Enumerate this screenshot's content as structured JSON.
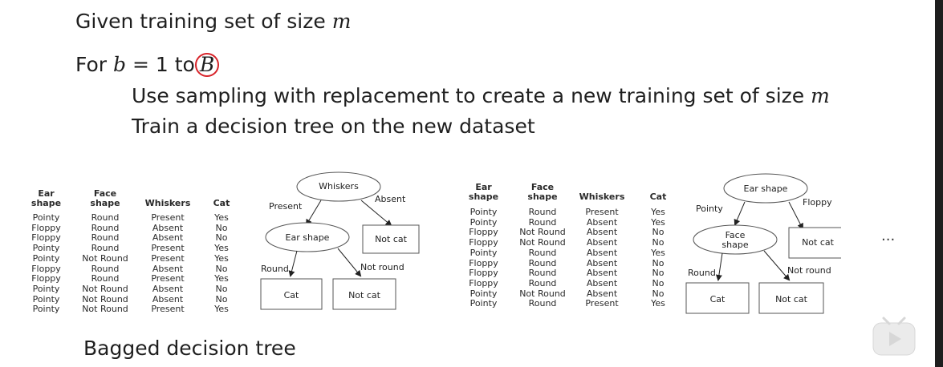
{
  "algorithm": {
    "line1_text": "Given training set of size",
    "m": "m",
    "for_text": "For",
    "b": "b",
    "eq_range": " = 1 to",
    "B": "B",
    "step1": "Use sampling with replacement to create a new training set of size",
    "step2": "Train a decision tree on the new dataset"
  },
  "table1": {
    "headers": [
      "Ear shape",
      "Face shape",
      "Whiskers",
      "Cat"
    ],
    "ear": [
      "Pointy",
      "Floppy",
      "Floppy",
      "Pointy",
      "Pointy",
      "Floppy",
      "Floppy",
      "Pointy",
      "Pointy",
      "Pointy"
    ],
    "face": [
      "Round",
      "Round",
      "Round",
      "Round",
      "Not Round",
      "Round",
      "Round",
      "Not Round",
      "Not Round",
      "Not Round"
    ],
    "whiskers": [
      "Present",
      "Absent",
      "Absent",
      "Present",
      "Present",
      "Absent",
      "Present",
      "Absent",
      "Absent",
      "Present"
    ],
    "cat": [
      "Yes",
      "No",
      "No",
      "Yes",
      "Yes",
      "No",
      "Yes",
      "No",
      "No",
      "Yes"
    ]
  },
  "tree1": {
    "root": "Whiskers",
    "left_edge": "Present",
    "right_edge": "Absent",
    "mid_node": "Ear shape",
    "right_leaf": "Not cat",
    "mid_left_edge": "Round",
    "mid_right_edge": "Not round",
    "leaf_left": "Cat",
    "leaf_right": "Not cat"
  },
  "table2": {
    "headers": [
      "Ear shape",
      "Face shape",
      "Whiskers",
      "Cat"
    ],
    "ear": [
      "Pointy",
      "Pointy",
      "Floppy",
      "Floppy",
      "Pointy",
      "Floppy",
      "Floppy",
      "Floppy",
      "Pointy",
      "Pointy"
    ],
    "face": [
      "Round",
      "Round",
      "Not Round",
      "Not Round",
      "Round",
      "Round",
      "Round",
      "Round",
      "Not Round",
      "Round"
    ],
    "whiskers": [
      "Present",
      "Absent",
      "Absent",
      "Absent",
      "Absent",
      "Absent",
      "Absent",
      "Absent",
      "Absent",
      "Present"
    ],
    "cat": [
      "Yes",
      "Yes",
      "No",
      "No",
      "Yes",
      "No",
      "No",
      "No",
      "No",
      "Yes"
    ]
  },
  "tree2": {
    "root": "Ear shape",
    "left_edge": "Pointy",
    "right_edge": "Floppy",
    "mid_node_line1": "Face",
    "mid_node_line2": "shape",
    "right_leaf": "Not cat",
    "mid_left_edge": "Round",
    "mid_right_edge": "Not round",
    "leaf_left": "Cat",
    "leaf_right": "Not cat"
  },
  "ellipsis": "...",
  "footer": {
    "title": "Bagged decision tree"
  },
  "icons": {
    "watermark": "bilibili-tv-icon"
  },
  "colors": {
    "circle_highlight": "#d8242a"
  }
}
